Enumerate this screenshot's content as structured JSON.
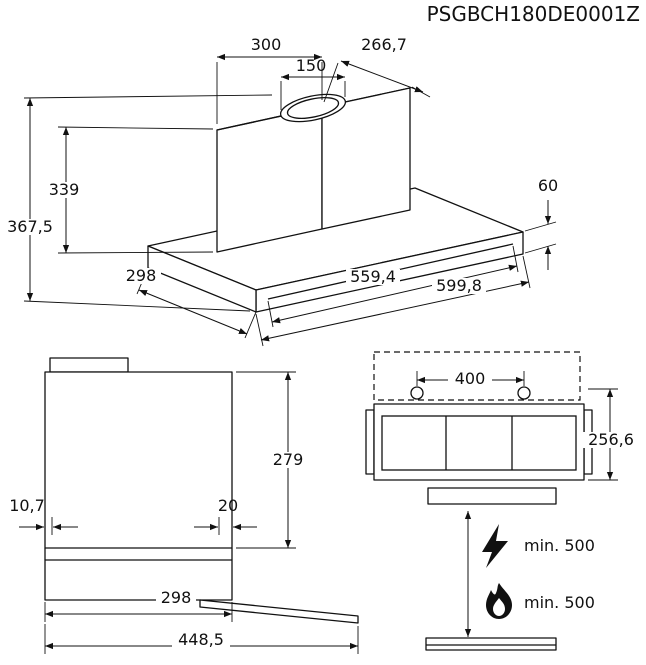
{
  "title": "PSGBCH180DE0001Z",
  "iso_view": {
    "dim_top_width": "300",
    "dim_top_depth": "266,7",
    "dim_duct_diameter": "150",
    "dim_body_height": "339",
    "dim_total_height": "367,5",
    "dim_base_height": "60",
    "dim_depth": "298",
    "dim_inner_width": "559,4",
    "dim_outer_width": "599,8"
  },
  "side_view": {
    "dim_height": "279",
    "dim_front_offset": "10,7",
    "dim_rear_offset": "20",
    "dim_depth": "298",
    "dim_total_depth_open": "448,5"
  },
  "front_view": {
    "dim_hole_spacing": "400",
    "dim_height": "256,6",
    "clearance_electric": "min. 500",
    "clearance_gas": "min. 500"
  },
  "icons": {
    "electric": "lightning-icon",
    "gas": "flame-icon"
  }
}
